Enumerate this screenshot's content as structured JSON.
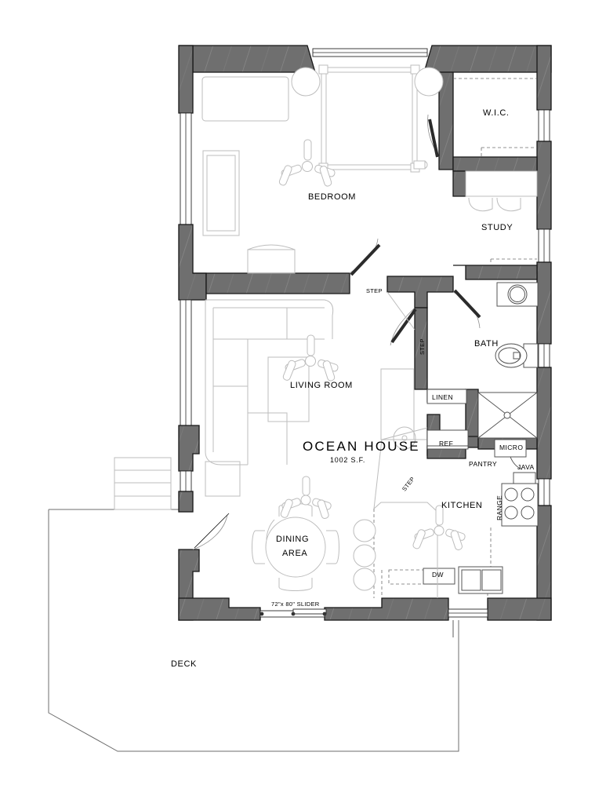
{
  "plan": {
    "title": "OCEAN HOUSE",
    "area": "1002 S.F.",
    "rooms": [
      {
        "key": "bedroom",
        "label": "BEDROOM"
      },
      {
        "key": "wic",
        "label": "W.I.C."
      },
      {
        "key": "study",
        "label": "STUDY"
      },
      {
        "key": "bath",
        "label": "BATH"
      },
      {
        "key": "living_room",
        "label": "LIVING ROOM"
      },
      {
        "key": "dining_area_line1",
        "label": "DINING"
      },
      {
        "key": "dining_area_line2",
        "label": "AREA"
      },
      {
        "key": "kitchen",
        "label": "KITCHEN"
      },
      {
        "key": "deck",
        "label": "DECK"
      }
    ],
    "fixtures": [
      {
        "key": "linen",
        "label": "LINEN"
      },
      {
        "key": "ref",
        "label": "REF"
      },
      {
        "key": "micro",
        "label": "MICRO"
      },
      {
        "key": "pantry",
        "label": "PANTRY"
      },
      {
        "key": "java",
        "label": "JAVA"
      },
      {
        "key": "range",
        "label": "RANGE"
      },
      {
        "key": "dw",
        "label": "DW"
      }
    ],
    "steps": [
      {
        "key": "step_bedroom",
        "label": "STEP"
      },
      {
        "key": "step_hall",
        "label": "STEP"
      },
      {
        "key": "step_kitchen",
        "label": "STEP"
      }
    ],
    "openings": [
      {
        "key": "slider",
        "label": "72\"x 80\" SLIDER"
      }
    ],
    "colors": {
      "wall_fill": "#6f6f6f",
      "wall_stroke": "#1a1a1a",
      "furniture_stroke": "#b9b9b9",
      "fixture_stroke": "#555555",
      "background": "#ffffff",
      "text": "#000000"
    }
  }
}
